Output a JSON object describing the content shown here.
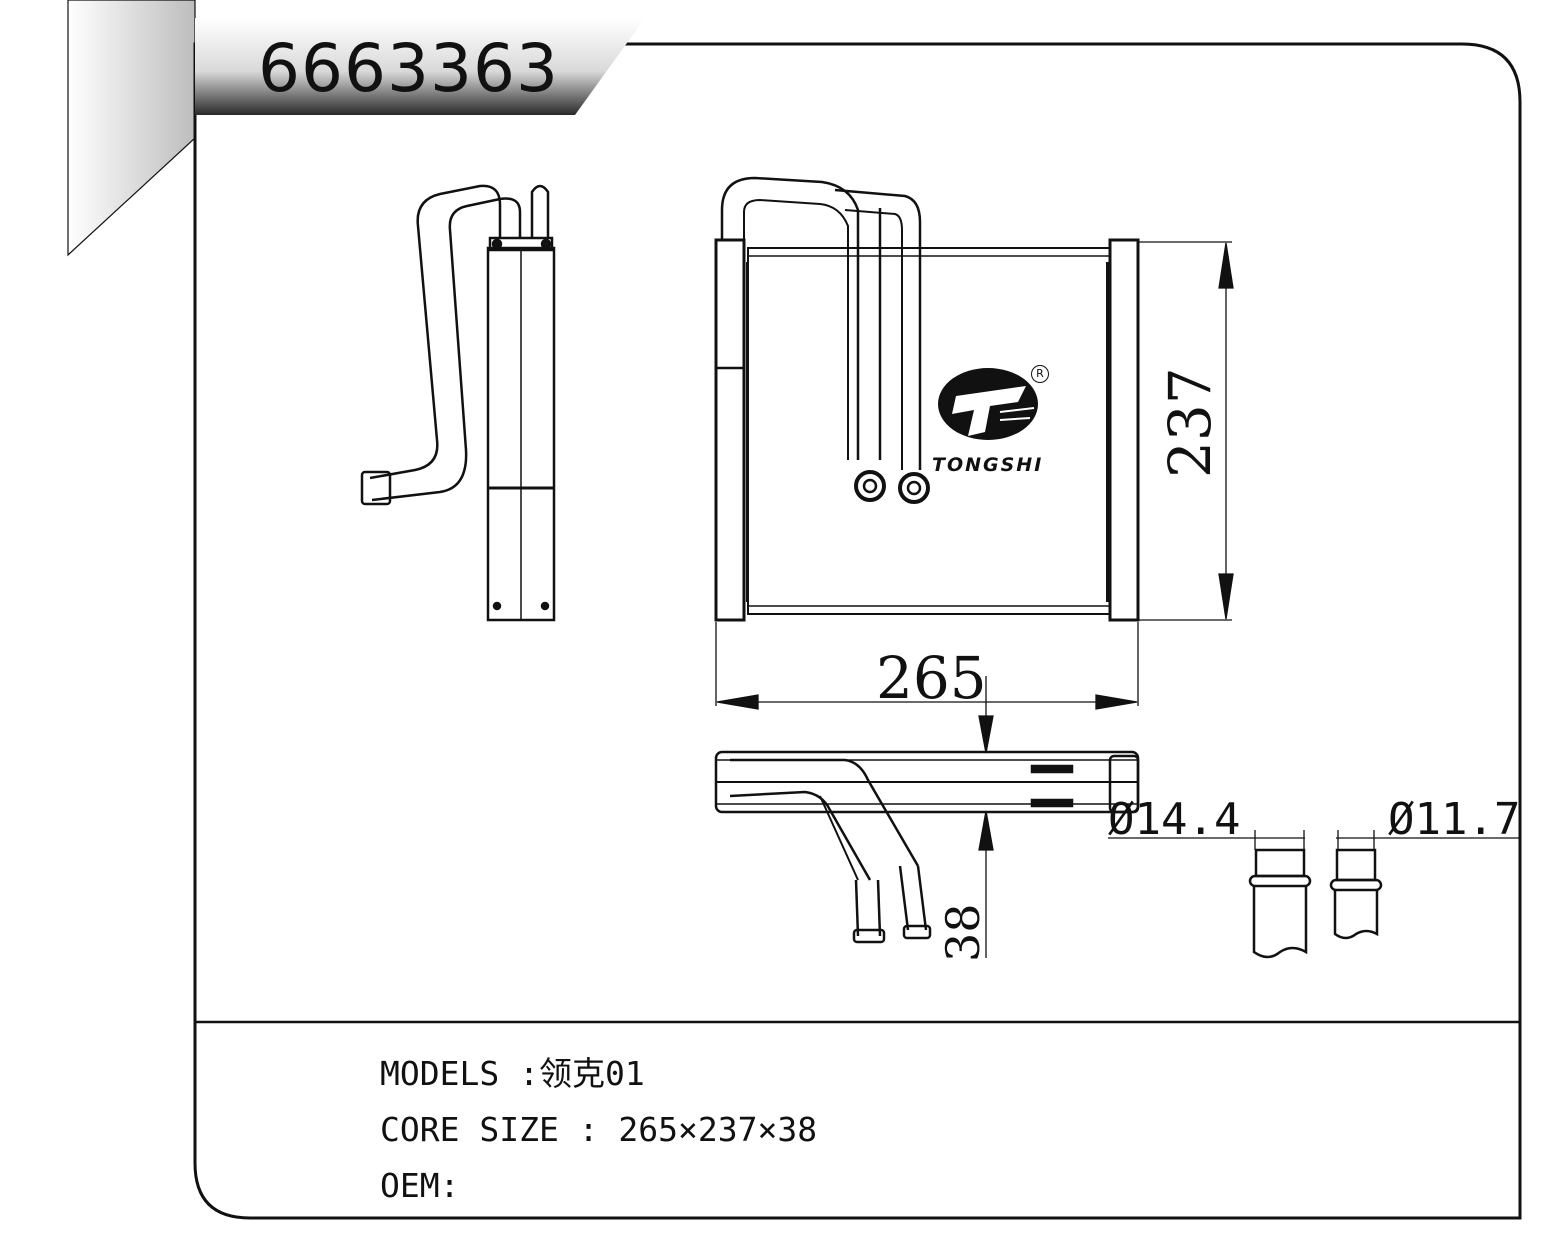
{
  "part_number": "6663363",
  "brand": {
    "name": "TONGSHI",
    "registered_mark": "R"
  },
  "dimensions": {
    "width": "265",
    "height": "237",
    "depth": "38",
    "pipe_diameter_1": "Ø14.4",
    "pipe_diameter_2": "Ø11.7"
  },
  "specs": {
    "models_label": "MODELS",
    "models_sep": " :",
    "models_value": "领克01",
    "core_size_label": "CORE SIZE",
    "core_size_sep": " : ",
    "core_size_value": "265×237×38",
    "oem_label": "OEM",
    "oem_sep": ":",
    "oem_value": ""
  }
}
